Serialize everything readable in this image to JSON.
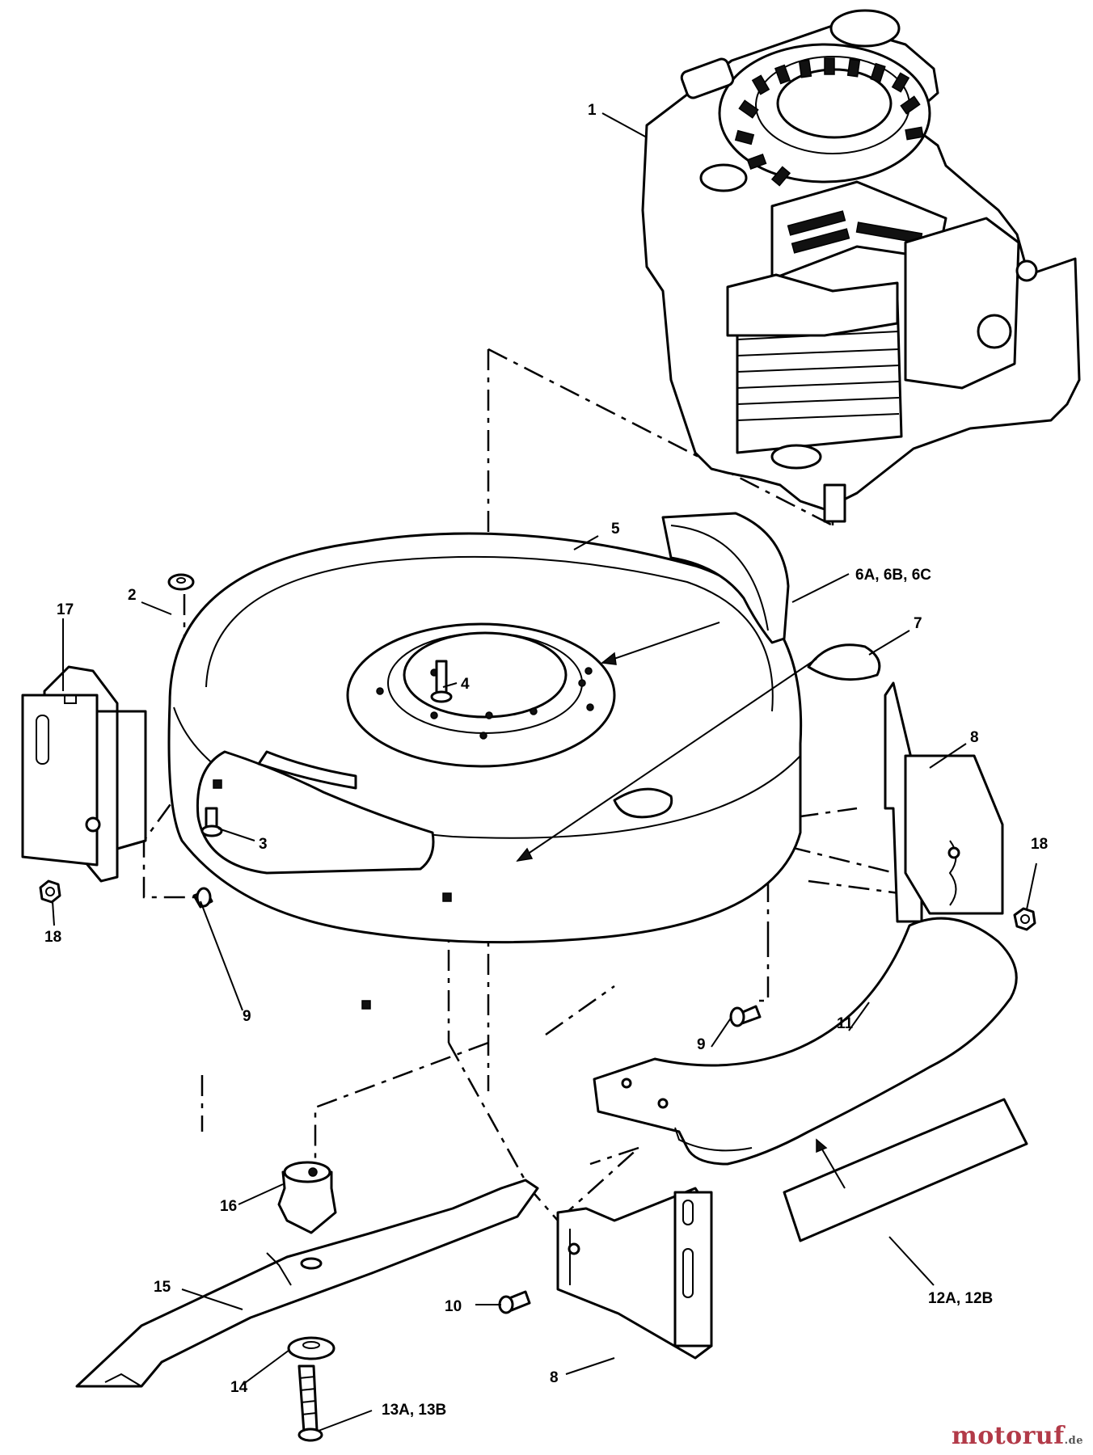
{
  "callouts": {
    "c1": "1",
    "c2": "2",
    "c3": "3",
    "c4": "4",
    "c5": "5",
    "c6": "6A, 6B, 6C",
    "c7": "7",
    "c8a": "8",
    "c8b": "8",
    "c9a": "9",
    "c9b": "9",
    "c10": "10",
    "c11": "11",
    "c12": "12A, 12B",
    "c13": "13A, 13B",
    "c14": "14",
    "c15": "15",
    "c16": "16",
    "c17": "17",
    "c18a": "18",
    "c18b": "18"
  },
  "parts": [
    "engine",
    "retaining-washer",
    "deck-bolt",
    "engine-bolt",
    "mower-deck",
    "baffle",
    "deflector-plate",
    "wheel-bracket",
    "carriage-bolt",
    "bolt",
    "rear-discharge-chute",
    "label",
    "blade-bolt",
    "blade-washer",
    "blade",
    "blade-adapter",
    "height-adjuster-bracket",
    "flange-nut"
  ],
  "watermark": {
    "brand_a": "motoruf",
    "brand_b": "",
    "tld": ".de",
    "color_a": "#b23a48",
    "color_b": "#2f6fb3"
  }
}
